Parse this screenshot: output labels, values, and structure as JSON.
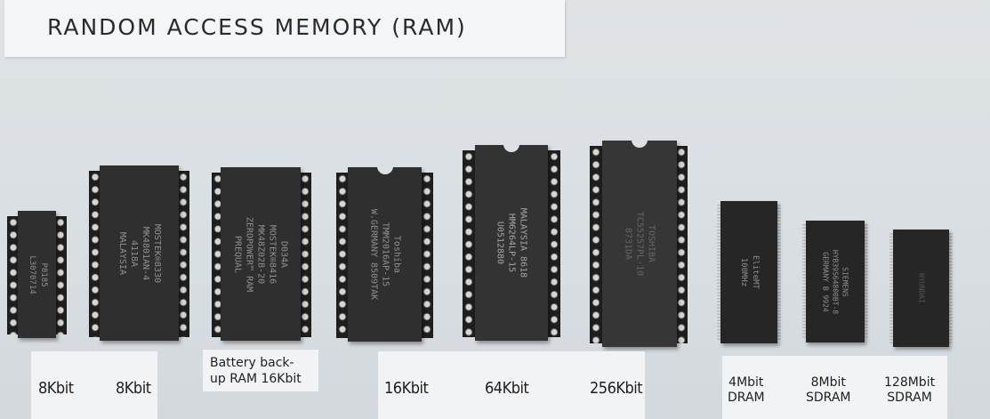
{
  "title": "RANDOM ACCESS MEMORY (RAM)",
  "chips": [
    {
      "marking": "P8185\nL3070714"
    },
    {
      "marking": "MOSTEK®8330\nMK4801AN-4\n4118A\nMALAYSIA"
    },
    {
      "marking": "D034A\nMOSTEK®8416\nMK48Z02B-20\nZEROPOWER™ RAM\nPREQUAL"
    },
    {
      "marking": "Toshiba\nTMM2016AP-15\nW.GERMANY 8509TAK"
    },
    {
      "marking": "MALAYSIA 8618\nHM6264LP-15\nU0512880"
    },
    {
      "marking": "TOSHIBA\nTC55257PL-10\n8731DA"
    },
    {
      "marking": "EliteMT\n100MHz"
    },
    {
      "marking": "SIEMENS\nHYB39S64800BT-8\nGERMANY B 9924"
    },
    {
      "marking": "HYUNDAI"
    }
  ],
  "labels": {
    "c1a": "8Kbit",
    "c1b": "8Kbit",
    "c2": "Battery back-\nup RAM 16Kbit",
    "c3a": "16Kbit",
    "c3b": "64Kbit",
    "c3c": "256Kbit",
    "c4a": "4Mbit\nDRAM",
    "c4b": "8Mbit\nSDRAM",
    "c4c": "128Mbit\nSDRAM"
  }
}
